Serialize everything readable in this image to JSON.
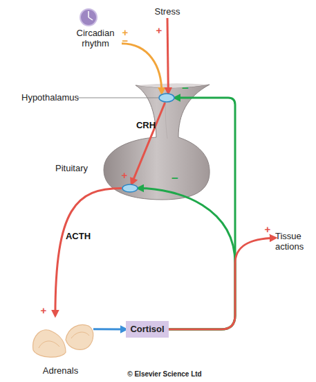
{
  "diagram": {
    "nodes": [
      {
        "text": [
          "Circadian rhythm"
        ]
      },
      {
        "text": [
          "Stress"
        ]
      },
      {
        "text": [
          "Hypothalamus"
        ]
      },
      {
        "text": [
          "Pituitary"
        ]
      },
      {
        "text": [
          "Tissue actions"
        ]
      },
      {
        "text": [
          "Adrenals"
        ]
      },
      {
        "text": [
          "Cortisol"
        ]
      }
    ],
    "edges": [
      {
        "from": 0,
        "to": 2,
        "arrow": "to"
      },
      {
        "from": 1,
        "to": 2,
        "arrow": "to"
      },
      {
        "from": 2,
        "to": 3,
        "label": "CRH",
        "arrow": "to"
      },
      {
        "from": 3,
        "to": 5,
        "label": "ACTH",
        "arrow": "to"
      },
      {
        "from": 5,
        "to": 6,
        "arrow": "to"
      },
      {
        "from": 6,
        "to": 4,
        "arrow": "to"
      },
      {
        "from": 6,
        "to": 2,
        "label": "−",
        "arrow": "to"
      },
      {
        "from": 6,
        "to": 3,
        "label": "−",
        "arrow": "to"
      }
    ],
    "labels": [
      "+",
      "−",
      "+",
      "+",
      "+",
      "+",
      "© Elsevier Science Ltd"
    ]
  }
}
